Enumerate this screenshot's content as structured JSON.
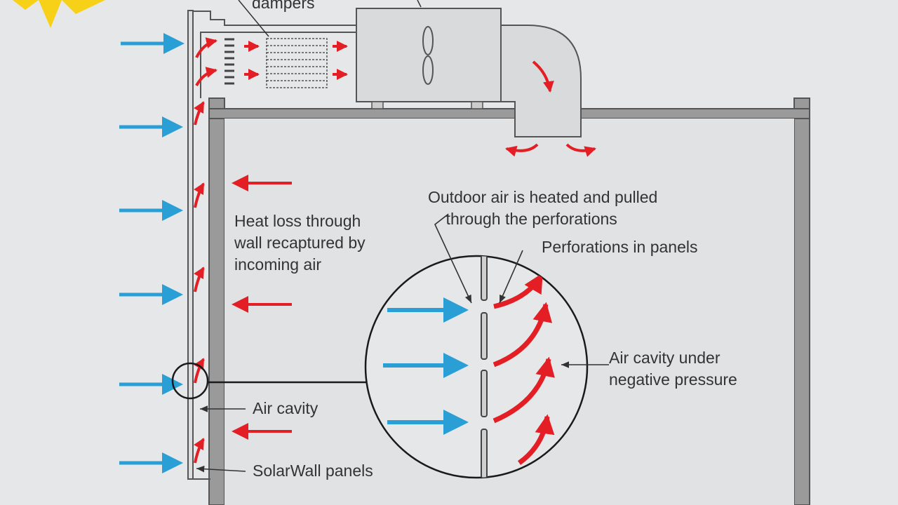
{
  "colors": {
    "background": "#e6e7e8",
    "outdoor_air": "#2a9fd6",
    "heated_air": "#e31e24",
    "wall": "#5a5a5a",
    "sun": "#f7d117",
    "text": "#333333"
  },
  "labels": {
    "dampers": "dampers",
    "heat_loss": "Heat loss through\nwall recaptured by\nincoming air",
    "outdoor_air_heated": "Outdoor air is heated and pulled\n    through the perforations",
    "perforations": "Perforations in panels",
    "air_cavity_negative": "Air cavity under\nnegative pressure",
    "air_cavity": "Air cavity",
    "solarwall_panels": "SolarWall panels"
  }
}
